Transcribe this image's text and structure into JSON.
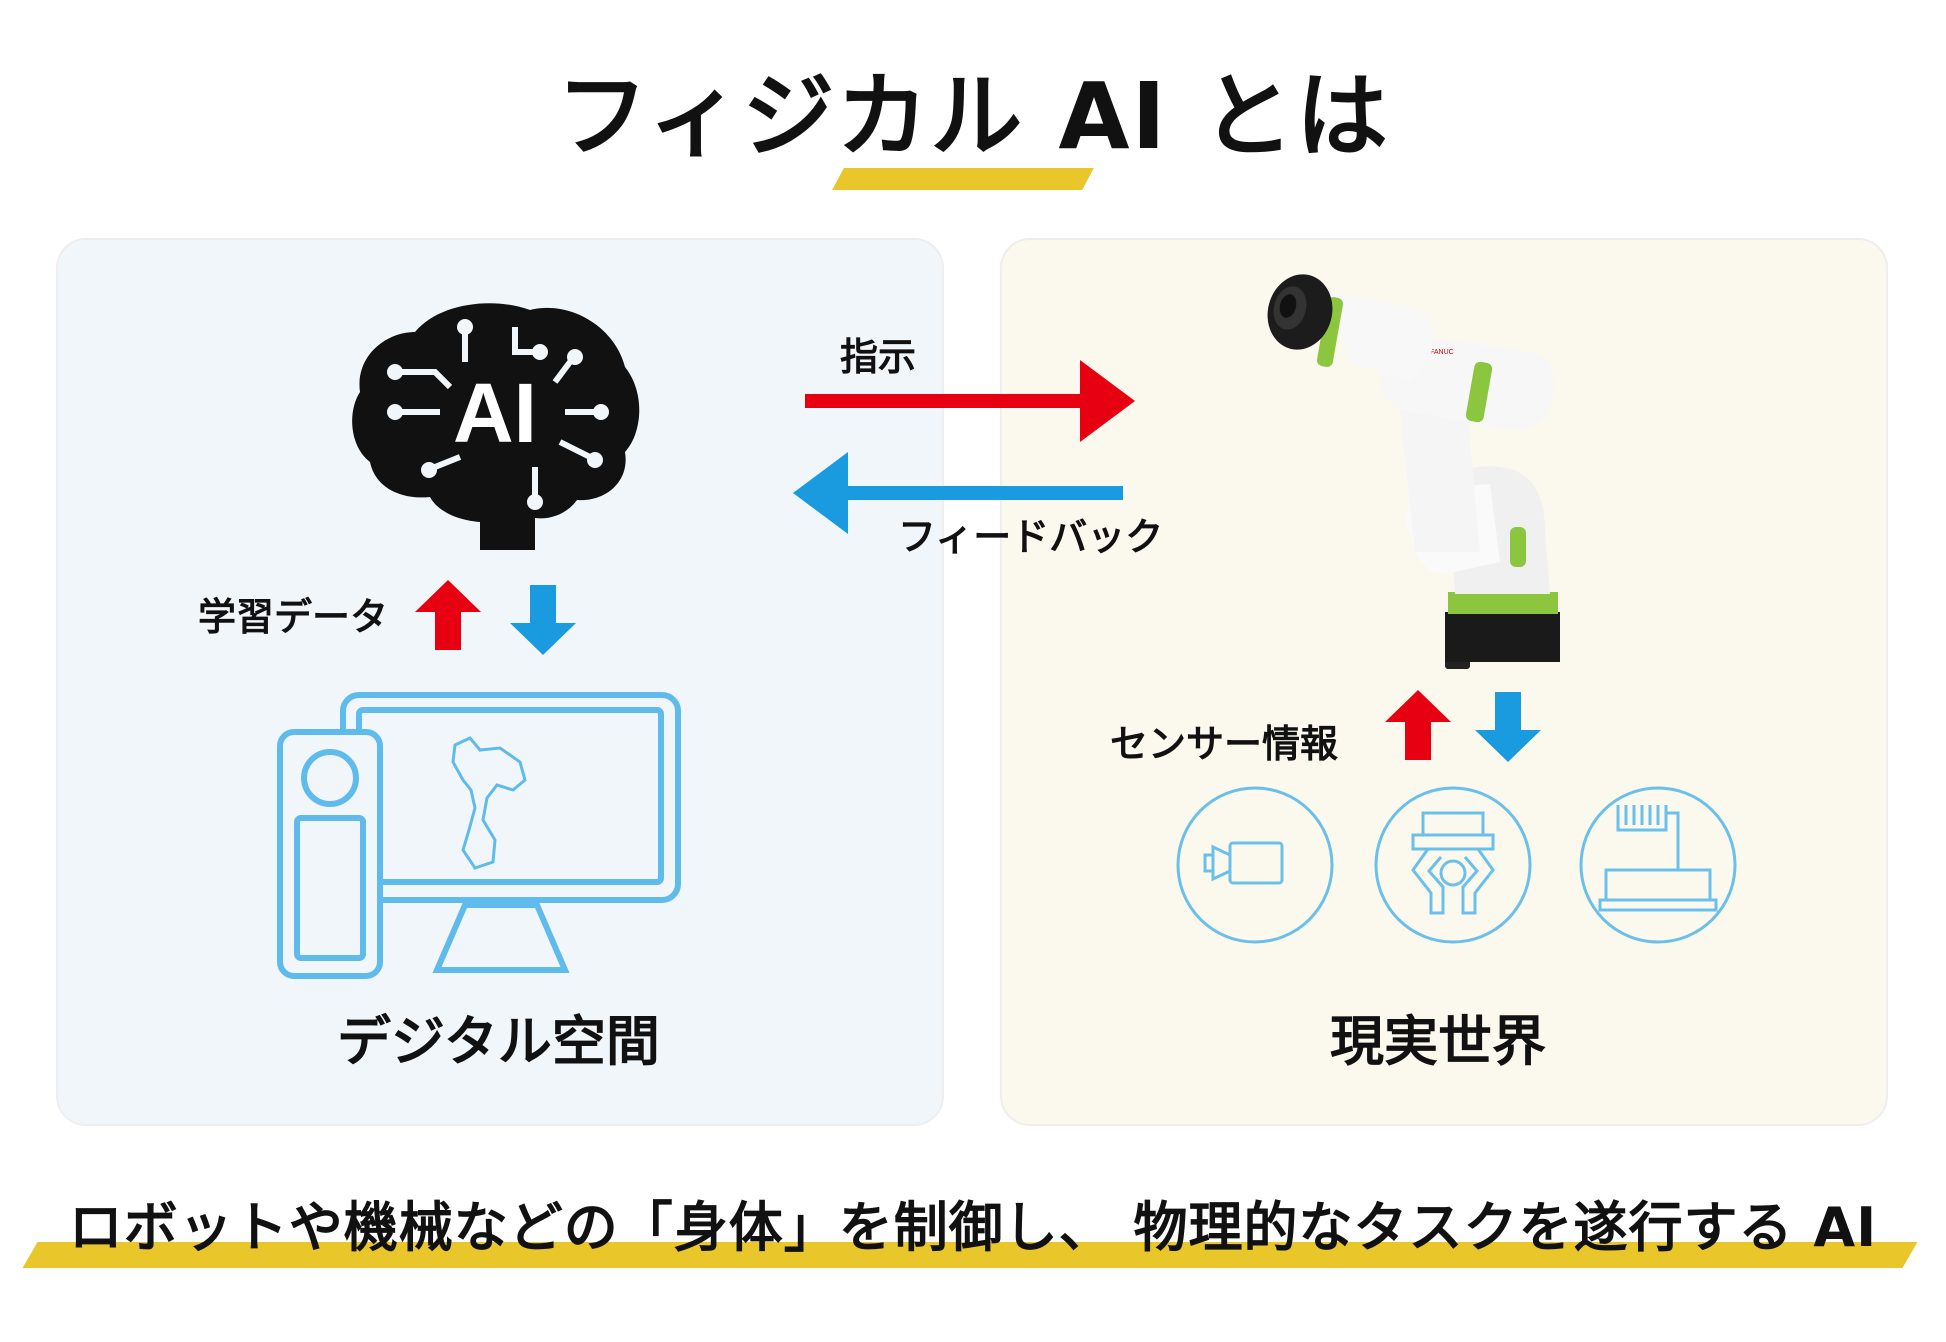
{
  "title": "フィジカル AI とは",
  "digital": {
    "label": "デジタル空間",
    "brain_text": "AI",
    "learning_label": "学習データ"
  },
  "real": {
    "label": "現実世界",
    "sensor_label": "センサー情報"
  },
  "arrows": {
    "instruction_label": "指示",
    "feedback_label": "フィードバック"
  },
  "tagline": "ロボットや機械などの「身体」を制御し、 物理的なタスクを遂行する AI",
  "colors": {
    "accent_yellow": "#e9c62a",
    "arrow_red": "#e60012",
    "arrow_blue": "#1a9be0",
    "panel_left_bg": "#f1f6fb",
    "panel_right_bg": "#fbf8ee",
    "robot_green": "#8cc63f"
  },
  "icons": [
    "brain-ai-icon",
    "computer-terminal-icon",
    "robot-arm-image",
    "camera-icon",
    "gripper-icon",
    "workpiece-icon"
  ]
}
